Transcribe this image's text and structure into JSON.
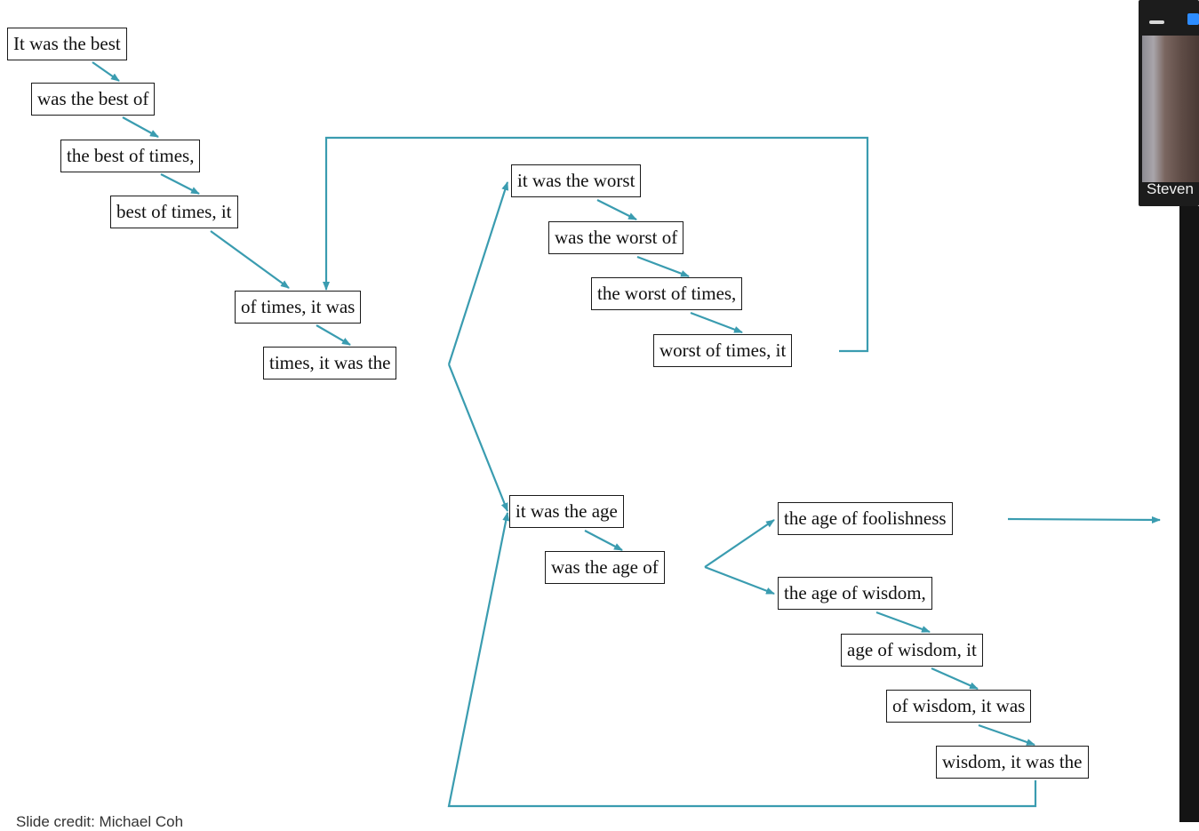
{
  "diagram": {
    "nodes": {
      "n1": "It was the best",
      "n2": "was the best of",
      "n3": "the best of times,",
      "n4": "best of times, it",
      "n5": "of times, it was",
      "n6": "times, it was the",
      "n7": "it was the worst",
      "n8": "was the worst of",
      "n9": "the worst of times,",
      "n10": "worst of times, it",
      "n11": "it was the age",
      "n12": "was the age of",
      "n13": "the age of foolishness",
      "n14": "the age of wisdom,",
      "n15": "age of wisdom, it",
      "n16": "of wisdom, it was",
      "n17": "wisdom, it was the"
    },
    "edge_color": "#3a9cb0"
  },
  "video": {
    "participant_name": "Steven",
    "minimize_icon": "minimize-icon",
    "layout_icon": "layout-icon",
    "accent_color": "#2d8cff"
  },
  "footer": {
    "text": "Slide credit: Michael Coh"
  }
}
